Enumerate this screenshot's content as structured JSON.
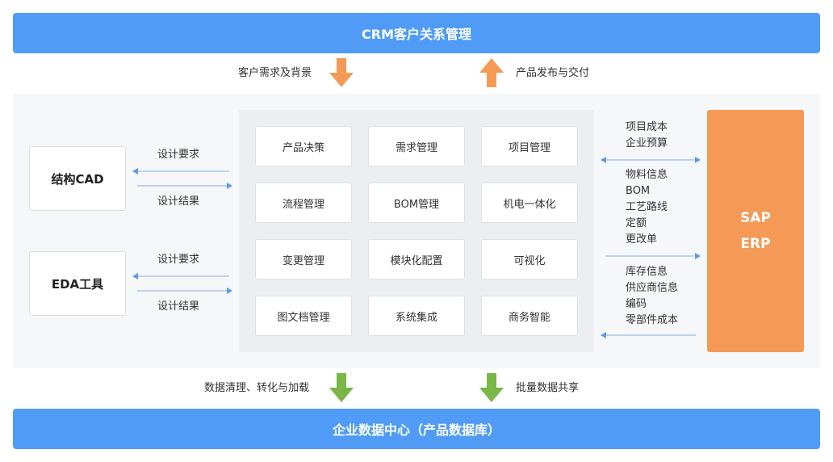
{
  "top_bar": "CRM客户关系管理",
  "bottom_bar": "企业数据中心（产品数据库）",
  "top_flows": {
    "down_label": "客户需求及背景",
    "up_label": "产品发布与交付"
  },
  "bottom_flows": {
    "left_label": "数据清理、转化与加载",
    "right_label": "批量数据共享"
  },
  "tools": [
    {
      "name": "结构CAD",
      "req": "设计要求",
      "result": "设计结果"
    },
    {
      "name": "EDA工具",
      "req": "设计要求",
      "result": "设计结果"
    }
  ],
  "modules": [
    [
      "产品决策",
      "需求管理",
      "项目管理"
    ],
    [
      "流程管理",
      "BOM管理",
      "机电一体化"
    ],
    [
      "变更管理",
      "模块化配置",
      "可视化"
    ],
    [
      "图文档管理",
      "系统集成",
      "商务智能"
    ]
  ],
  "erp": {
    "line1": "SAP",
    "line2": "ERP"
  },
  "erp_info": {
    "group1": [
      "项目成本",
      "企业预算"
    ],
    "group2": [
      "物料信息",
      "BOM",
      "工艺路线",
      "定额",
      "更改单"
    ],
    "group3": [
      "库存信息",
      "供应商信息",
      "编码",
      "零部件成本"
    ]
  },
  "colors": {
    "blue": "#4f9bf5",
    "orange": "#f59a56",
    "green": "#7ab648",
    "connector": "#5b9bea"
  }
}
